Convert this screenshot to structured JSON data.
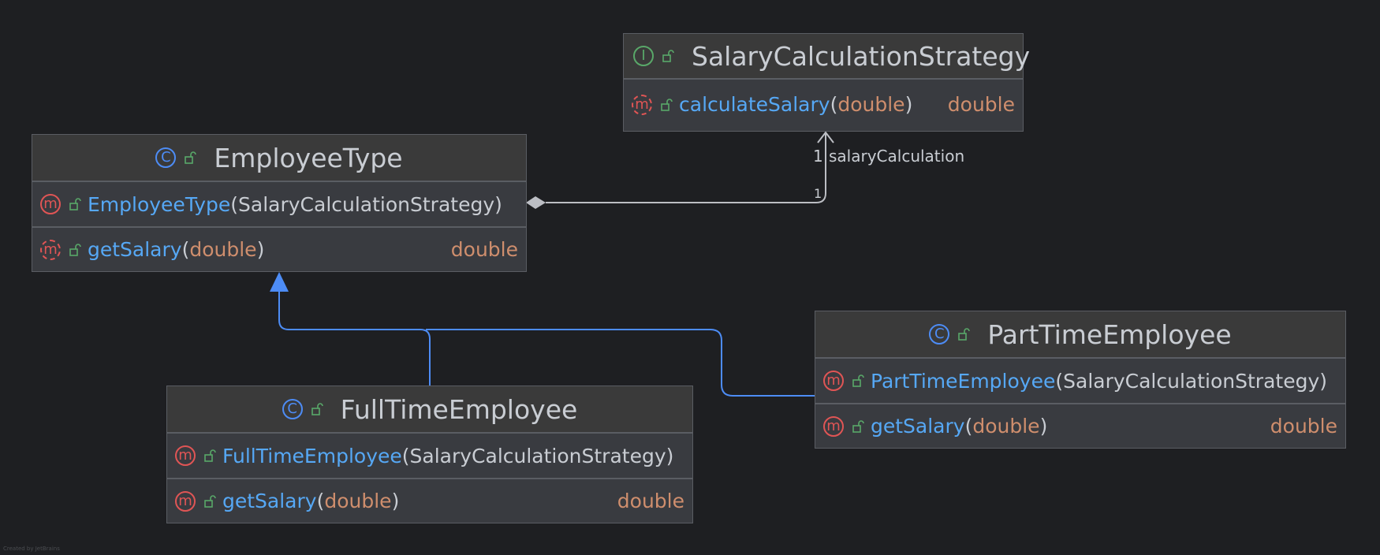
{
  "diagram": {
    "classes": [
      {
        "kind": "interface",
        "name": "SalaryCalculationStrategy",
        "members": [
          {
            "name": "calculateSalary",
            "open": "(",
            "params": "double",
            "close": ")",
            "returns": "double",
            "abstract": true
          }
        ]
      },
      {
        "kind": "class",
        "name": "EmployeeType",
        "members": [
          {
            "name": "EmployeeType",
            "open": "(",
            "params": "SalaryCalculationStrategy",
            "close": ")",
            "returns": "",
            "abstract": false
          },
          {
            "name": "getSalary",
            "open": "(",
            "params": "double",
            "close": ")",
            "returns": "double",
            "abstract": true
          }
        ]
      },
      {
        "kind": "class",
        "name": "FullTimeEmployee",
        "members": [
          {
            "name": "FullTimeEmployee",
            "open": "(",
            "params": "SalaryCalculationStrategy",
            "close": ")",
            "returns": "",
            "abstract": false
          },
          {
            "name": "getSalary",
            "open": "(",
            "params": "double",
            "close": ")",
            "returns": "double",
            "abstract": false
          }
        ]
      },
      {
        "kind": "class",
        "name": "PartTimeEmployee",
        "members": [
          {
            "name": "PartTimeEmployee",
            "open": "(",
            "params": "SalaryCalculationStrategy",
            "close": ")",
            "returns": "",
            "abstract": false
          },
          {
            "name": "getSalary",
            "open": "(",
            "params": "double",
            "close": ")",
            "returns": "double",
            "abstract": false
          }
        ]
      }
    ],
    "association": {
      "from": "EmployeeType",
      "to": "SalaryCalculationStrategy",
      "type": "composition",
      "role": "salaryCalculation",
      "multiplicity_target": "1",
      "multiplicity_source": "1"
    },
    "generalizations": [
      {
        "child": "FullTimeEmployee",
        "parent": "EmployeeType"
      },
      {
        "child": "PartTimeEmployee",
        "parent": "EmployeeType"
      }
    ]
  },
  "badges": {
    "class": "C",
    "interface": "I",
    "method": "m"
  },
  "icons": {
    "visibility": "unlock-icon"
  },
  "colors": {
    "background": "#1e1f22",
    "box": "#393b40",
    "border": "#5a5d63",
    "class_badge": "#4d8cf5",
    "interface_badge": "#59a869",
    "method_badge": "#e05555",
    "member_name": "#56a8f5",
    "type_primitive": "#cf8e6d",
    "inheritance_line": "#4d8cf5",
    "association_line": "#bcbec4"
  },
  "footer": {
    "credit": "Created by JetBrains"
  }
}
